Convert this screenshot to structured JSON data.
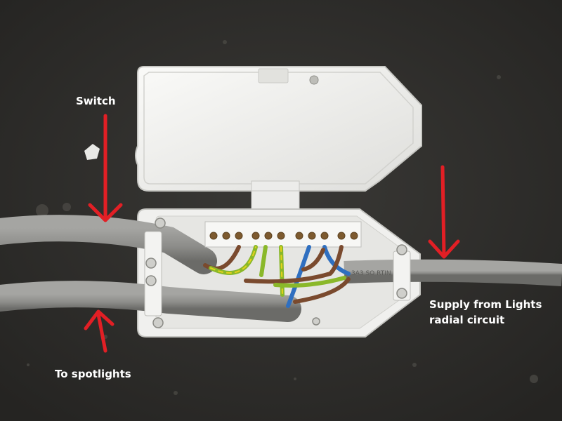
{
  "labels": {
    "switch": "Switch",
    "spotlights": "To spotlights",
    "supply_line1": "Supply from Lights",
    "supply_line2": "radial circuit"
  },
  "cable_print": "3A3 SO  RTIN 2010",
  "colors": {
    "background": "#2e2d2b",
    "arrow": "#e21f25",
    "cable": "#8f8f8c",
    "box": "#f2f2f0",
    "wire_brown": "#7a4a2e",
    "wire_blue": "#2f6fc0",
    "wire_green_yellow": "#8ab82a",
    "label_text": "#ffffff"
  },
  "icons": [
    "arrow-down-icon",
    "arrow-up-icon"
  ]
}
